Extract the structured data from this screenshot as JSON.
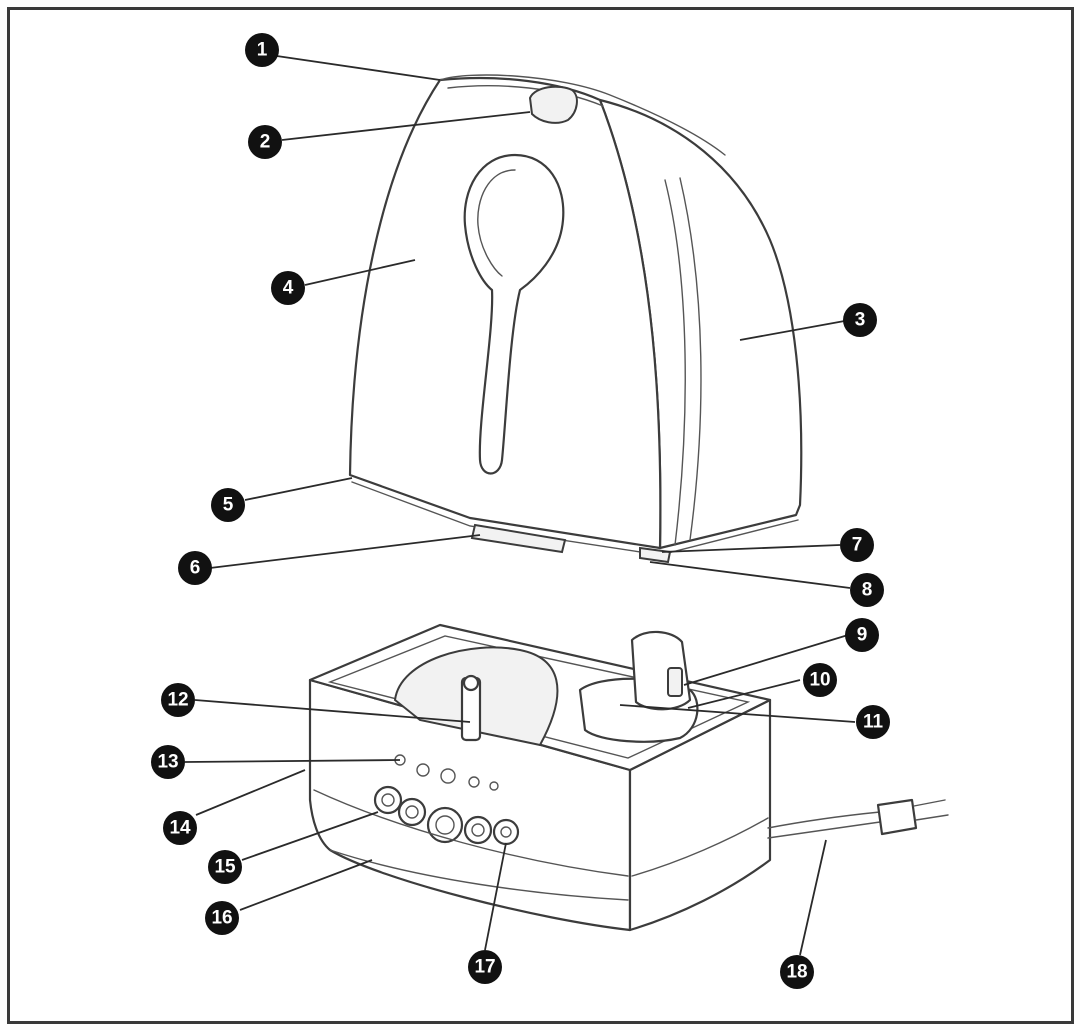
{
  "callouts": [
    {
      "id": 1,
      "label": "1"
    },
    {
      "id": 2,
      "label": "2"
    },
    {
      "id": 3,
      "label": "3"
    },
    {
      "id": 4,
      "label": "4"
    },
    {
      "id": 5,
      "label": "5"
    },
    {
      "id": 6,
      "label": "6"
    },
    {
      "id": 7,
      "label": "7"
    },
    {
      "id": 8,
      "label": "8"
    },
    {
      "id": 9,
      "label": "9"
    },
    {
      "id": 10,
      "label": "10"
    },
    {
      "id": 11,
      "label": "11"
    },
    {
      "id": 12,
      "label": "12"
    },
    {
      "id": 13,
      "label": "13"
    },
    {
      "id": 14,
      "label": "14"
    },
    {
      "id": 15,
      "label": "15"
    },
    {
      "id": 16,
      "label": "16"
    },
    {
      "id": 17,
      "label": "17"
    },
    {
      "id": 18,
      "label": "18"
    }
  ],
  "colors": {
    "badge": "#111111",
    "outline": "#3c3c3c",
    "frame": "#3a3a3a"
  }
}
